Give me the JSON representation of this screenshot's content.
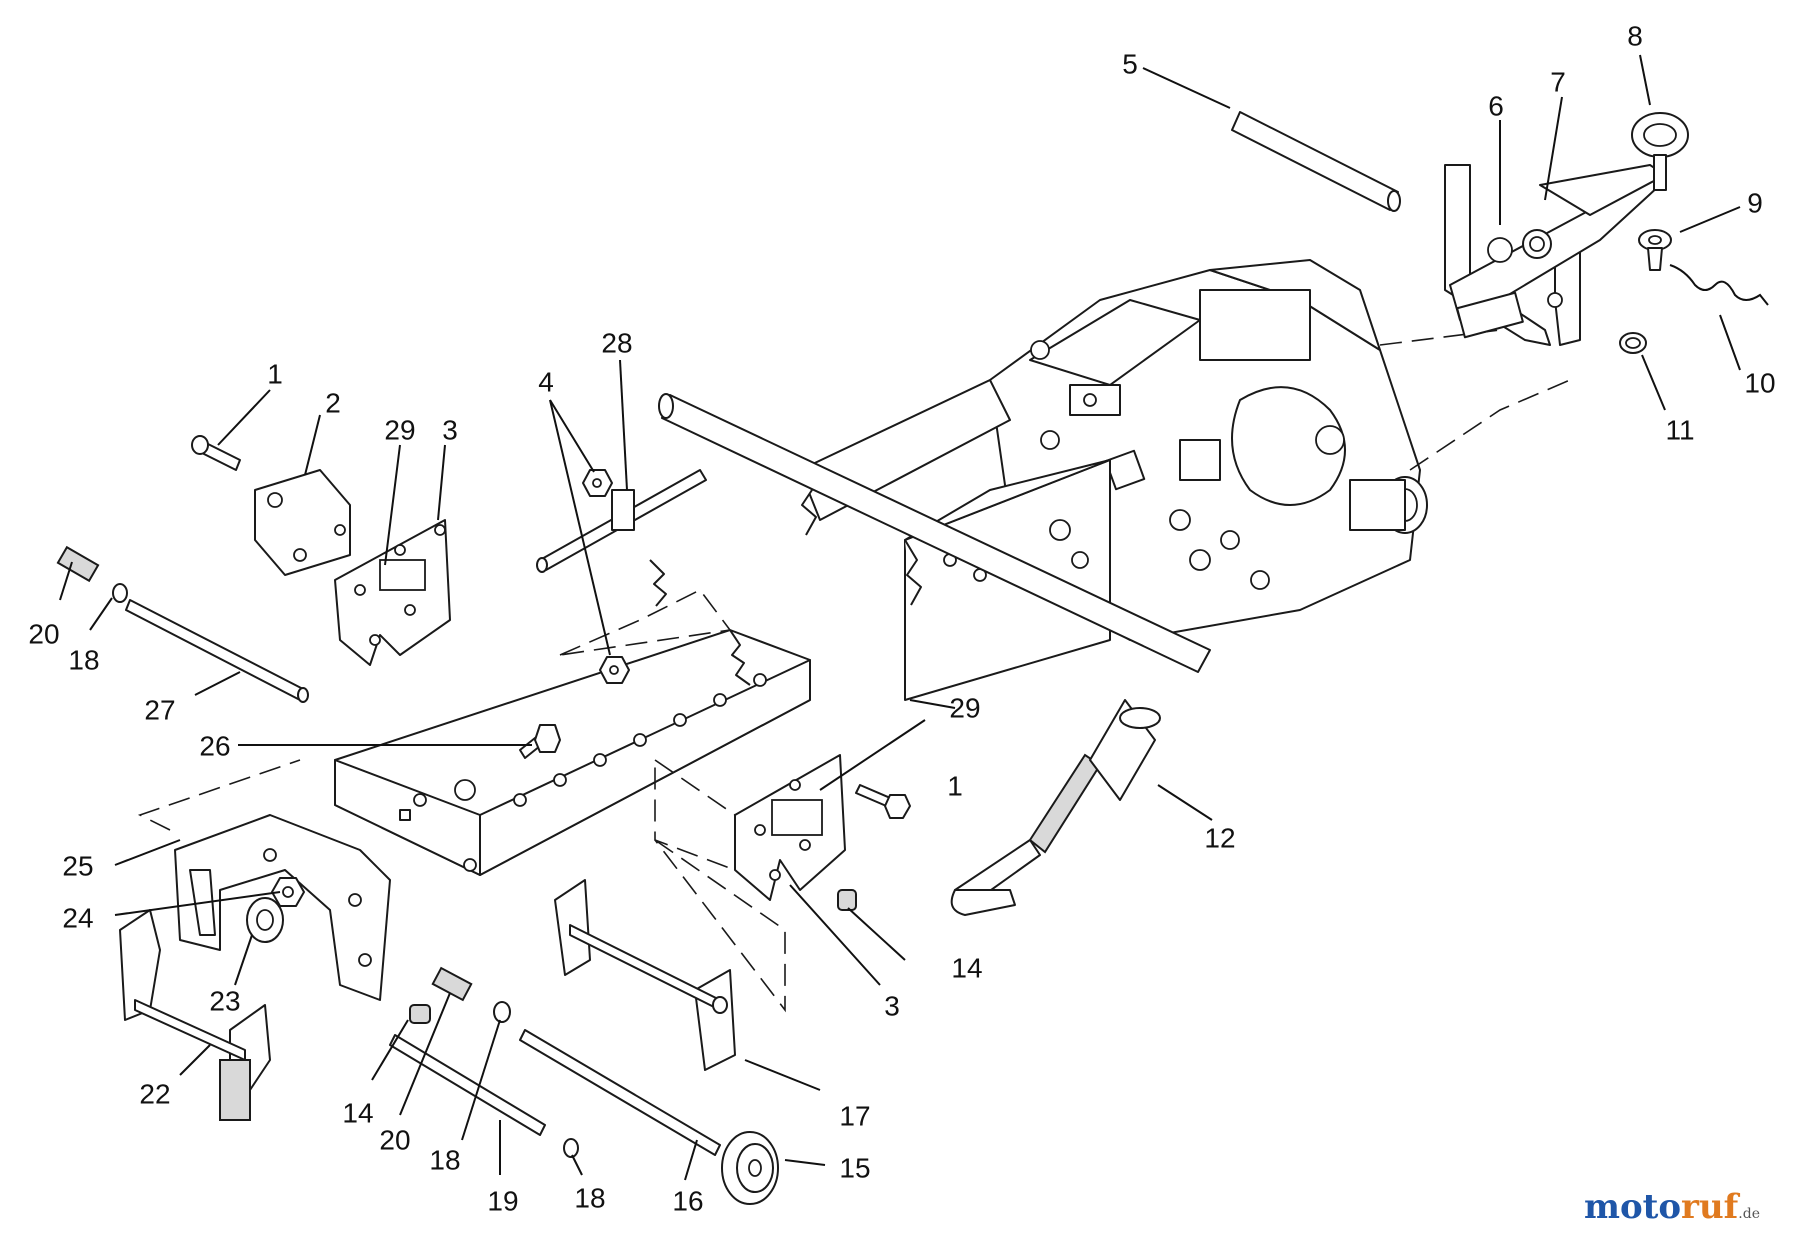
{
  "callouts": [
    "1",
    "2",
    "3",
    "4",
    "5",
    "6",
    "7",
    "8",
    "9",
    "10",
    "11",
    "12",
    "14",
    "15",
    "16",
    "17",
    "18",
    "19",
    "20",
    "22",
    "23",
    "24",
    "25",
    "26",
    "27",
    "28",
    "29"
  ],
  "watermark": {
    "part1": "moto",
    "part2": "ruf",
    "part3": ".de"
  }
}
